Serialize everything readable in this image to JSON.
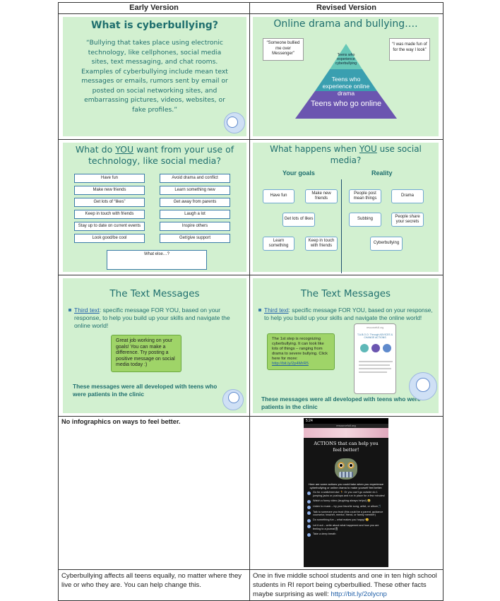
{
  "header": {
    "early": "Early Version",
    "revised": "Revised Version"
  },
  "row1": {
    "early": {
      "title": "What is cyberbullying?",
      "quote": "“Bullying that takes place using electronic technology, like cellphones, social media sites, text messaging, and chat rooms. Examples of cyberbullying include mean text messages or emails, rumors sent by email or posted on social networking sites, and embarrassing pictures, videos, websites, or fake profiles.”"
    },
    "revised": {
      "title": "Online drama and bullying….",
      "quote_left": "“Someone bullied me over Messenger”",
      "quote_right": "“I was made fun of for the way I look”",
      "pyramid": [
        "Teens who experience cyberbullying",
        "Teens who experience online drama",
        "Teens who go online"
      ]
    }
  },
  "row2": {
    "early": {
      "title_pre": "What do ",
      "title_you": "YOU",
      "title_post": " want from your use of technology, like social media?",
      "left_items": [
        "Have fun",
        "Make new friends",
        "Get lots of “likes”",
        "Keep in touch with friends",
        "Stay up to date on current events",
        "Look good/be cool"
      ],
      "right_items": [
        "Avoid drama and conflict",
        "Learn something new",
        "Get away from parents",
        "Laugh a lot",
        "Inspire others",
        "Get/give support"
      ],
      "what_else": "What else…?"
    },
    "revised": {
      "title_pre": "What happens when ",
      "title_you": "YOU",
      "title_post": " use social media?",
      "goals_heading": "Your goals",
      "reality_heading": "Reality",
      "goals": [
        "Have fun",
        "Make new friends",
        "Get lots of likes",
        "Learn something",
        "Keep in touch with friends"
      ],
      "reality": [
        "People post mean things",
        "Drama",
        "Subbing",
        "People share your secrets",
        "Cyberbullying"
      ]
    }
  },
  "row3": {
    "early": {
      "title": "The Text Messages",
      "bullet_label": "Third text",
      "bullet_rest": ": specific message FOR YOU, based on your response, to help you build up your skills and navigate the online world!",
      "message": "Great job working on your goals! You can make a difference. Try posting a positive message on social media today :)",
      "note": "These messages were all developed with teens who were patients in the clinic"
    },
    "revised": {
      "title": "The Text Messages",
      "bullet_label": "Third text",
      "bullet_rest": ": specific message FOR YOU, based on your response, to help you build up your skills and navigate the online world!",
      "message": "The 1st step is recognizing cyberbullying. It can look like lots of things – ranging from drama to severe bullying. Click here for more:",
      "message_link": "http://bit.ly/2p4MrR5",
      "phone_url": "resourcefull.org",
      "phone_heading": "T.A.B.O.O. Through ADVICES & CHANGE ACTIONS",
      "note": "These messages were all developed with teens who were patients in the clinic"
    }
  },
  "row4": {
    "early": {
      "text": "No infographics on ways to feel better."
    },
    "revised": {
      "status_time": "5:24",
      "url": "resourcefull.org",
      "heading": "ACTIONS that can help you feel better!",
      "intro": "Here are some actions you could take when you experience cyberbullying or online drama to make yourself feel better:",
      "items": [
        "Go for a walk/exercise 🏃 Or you can't go outside do 1 jumping jacks or pushups and run in place for a few minutes!",
        "Watch a funny video (laughing always helps!) 😂",
        "Listen to music – try your favorite song, artist, or album🎵",
        "Talk to someone you trust (this could be a parent, guidance counselor, teacher, mentor, friend, or family member)",
        "Do something fun – what makes you happy?😊",
        "Let it out – write about what happened and how you are feeling to a journal📓",
        "Take a deep breath"
      ]
    }
  },
  "row5": {
    "early": {
      "text": "Cyberbullying affects all teens equally, no matter where they live or who they are. You can help change this."
    },
    "revised": {
      "text": "One in five middle school students and one in ten high school students in RI report being cyberbullied. These other facts maybe surprising as well: ",
      "link": "http://bit.ly/2olycnp"
    }
  },
  "colors": {
    "slide_bg": "#d2f0d0",
    "teal_text": "#1f6f6e",
    "message_green": "#9fd468",
    "pyramid_top": "#67c8b8",
    "pyramid_mid": "#3a9fb0",
    "pyramid_bottom": "#6b55b0"
  }
}
